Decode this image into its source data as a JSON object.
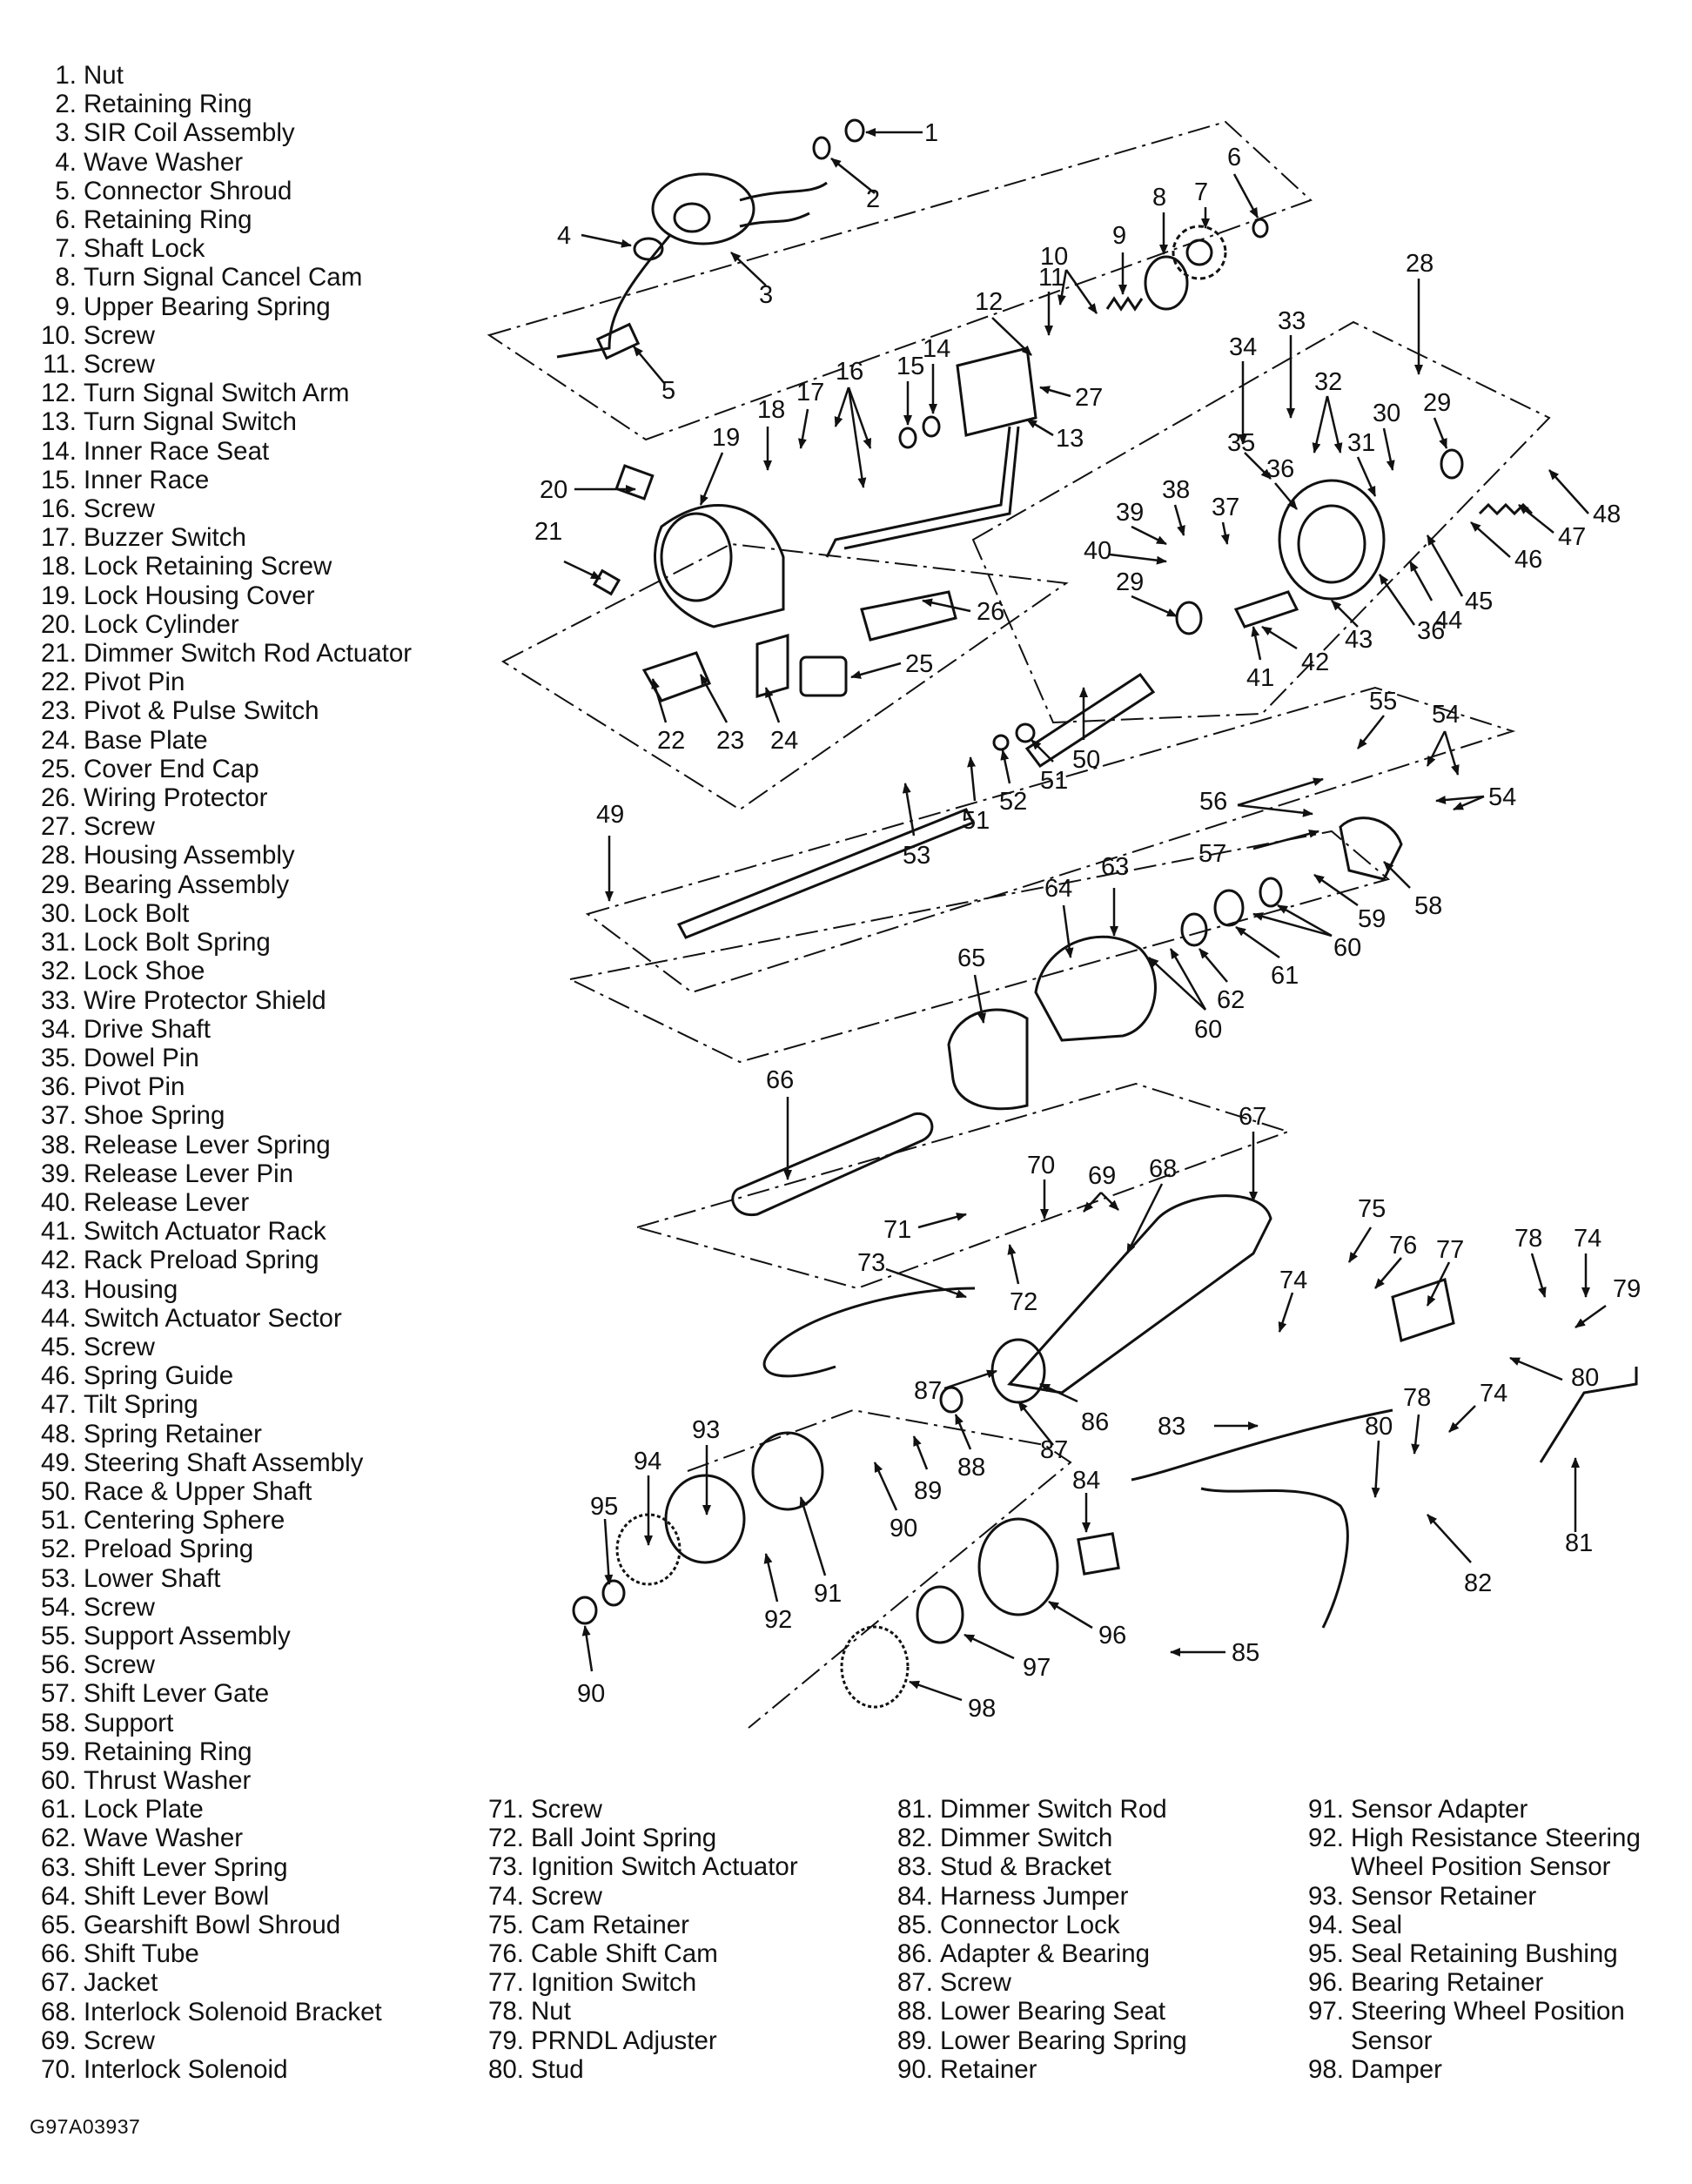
{
  "legend": {
    "col1": [
      {
        "num": "1.",
        "label": "Nut"
      },
      {
        "num": "2.",
        "label": "Retaining Ring"
      },
      {
        "num": "3.",
        "label": "SIR Coil Assembly"
      },
      {
        "num": "4.",
        "label": "Wave Washer"
      },
      {
        "num": "5.",
        "label": "Connector Shroud"
      },
      {
        "num": "6.",
        "label": "Retaining Ring"
      },
      {
        "num": "7.",
        "label": "Shaft Lock"
      },
      {
        "num": "8.",
        "label": "Turn Signal Cancel Cam"
      },
      {
        "num": "9.",
        "label": "Upper Bearing Spring"
      },
      {
        "num": "10.",
        "label": "Screw"
      },
      {
        "num": "11.",
        "label": "Screw"
      },
      {
        "num": "12.",
        "label": "Turn Signal Switch Arm"
      },
      {
        "num": "13.",
        "label": "Turn Signal Switch"
      },
      {
        "num": "14.",
        "label": "Inner Race Seat"
      },
      {
        "num": "15.",
        "label": "Inner Race"
      },
      {
        "num": "16.",
        "label": "Screw"
      },
      {
        "num": "17.",
        "label": "Buzzer Switch"
      },
      {
        "num": "18.",
        "label": "Lock Retaining Screw"
      },
      {
        "num": "19.",
        "label": "Lock Housing Cover"
      },
      {
        "num": "20.",
        "label": "Lock Cylinder"
      },
      {
        "num": "21.",
        "label": "Dimmer Switch Rod Actuator"
      },
      {
        "num": "22.",
        "label": "Pivot Pin"
      },
      {
        "num": "23.",
        "label": "Pivot & Pulse Switch"
      },
      {
        "num": "24.",
        "label": "Base Plate"
      },
      {
        "num": "25.",
        "label": "Cover End Cap"
      },
      {
        "num": "26.",
        "label": "Wiring Protector"
      },
      {
        "num": "27.",
        "label": "Screw"
      },
      {
        "num": "28.",
        "label": "Housing Assembly"
      },
      {
        "num": "29.",
        "label": "Bearing Assembly"
      },
      {
        "num": "30.",
        "label": "Lock Bolt"
      },
      {
        "num": "31.",
        "label": "Lock Bolt Spring"
      },
      {
        "num": "32.",
        "label": "Lock Shoe"
      },
      {
        "num": "33.",
        "label": "Wire Protector Shield"
      },
      {
        "num": "34.",
        "label": "Drive Shaft"
      },
      {
        "num": "35.",
        "label": "Dowel Pin"
      },
      {
        "num": "36.",
        "label": "Pivot Pin"
      },
      {
        "num": "37.",
        "label": "Shoe Spring"
      },
      {
        "num": "38.",
        "label": "Release Lever Spring"
      },
      {
        "num": "39.",
        "label": "Release Lever Pin"
      },
      {
        "num": "40.",
        "label": "Release Lever"
      },
      {
        "num": "41.",
        "label": "Switch Actuator Rack"
      },
      {
        "num": "42.",
        "label": "Rack Preload Spring"
      },
      {
        "num": "43.",
        "label": "Housing"
      },
      {
        "num": "44.",
        "label": "Switch Actuator Sector"
      },
      {
        "num": "45.",
        "label": "Screw"
      },
      {
        "num": "46.",
        "label": "Spring Guide"
      },
      {
        "num": "47.",
        "label": "Tilt Spring"
      },
      {
        "num": "48.",
        "label": "Spring Retainer"
      },
      {
        "num": "49.",
        "label": "Steering Shaft Assembly"
      },
      {
        "num": "50.",
        "label": "Race & Upper Shaft"
      },
      {
        "num": "51.",
        "label": "Centering Sphere"
      },
      {
        "num": "52.",
        "label": "Preload Spring"
      },
      {
        "num": "53.",
        "label": "Lower Shaft"
      },
      {
        "num": "54.",
        "label": "Screw"
      },
      {
        "num": "55.",
        "label": "Support Assembly"
      },
      {
        "num": "56.",
        "label": "Screw"
      },
      {
        "num": "57.",
        "label": "Shift Lever Gate"
      },
      {
        "num": "58.",
        "label": "Support"
      },
      {
        "num": "59.",
        "label": "Retaining Ring"
      },
      {
        "num": "60.",
        "label": "Thrust Washer"
      },
      {
        "num": "61.",
        "label": "Lock Plate"
      },
      {
        "num": "62.",
        "label": "Wave Washer"
      },
      {
        "num": "63.",
        "label": "Shift Lever Spring"
      },
      {
        "num": "64.",
        "label": "Shift Lever Bowl"
      },
      {
        "num": "65.",
        "label": "Gearshift Bowl Shroud"
      },
      {
        "num": "66.",
        "label": "Shift Tube"
      },
      {
        "num": "67.",
        "label": "Jacket"
      },
      {
        "num": "68.",
        "label": "Interlock Solenoid Bracket"
      },
      {
        "num": "69.",
        "label": "Screw"
      },
      {
        "num": "70.",
        "label": "Interlock Solenoid"
      }
    ],
    "col2": [
      {
        "num": "71.",
        "label": "Screw"
      },
      {
        "num": "72.",
        "label": "Ball Joint Spring"
      },
      {
        "num": "73.",
        "label": "Ignition Switch Actuator"
      },
      {
        "num": "74.",
        "label": "Screw"
      },
      {
        "num": "75.",
        "label": "Cam Retainer"
      },
      {
        "num": "76.",
        "label": "Cable Shift Cam"
      },
      {
        "num": "77.",
        "label": "Ignition Switch"
      },
      {
        "num": "78.",
        "label": "Nut"
      },
      {
        "num": "79.",
        "label": "PRNDL Adjuster"
      },
      {
        "num": "80.",
        "label": "Stud"
      }
    ],
    "col3": [
      {
        "num": "81.",
        "label": "Dimmer Switch Rod"
      },
      {
        "num": "82.",
        "label": "Dimmer Switch"
      },
      {
        "num": "83.",
        "label": "Stud & Bracket"
      },
      {
        "num": "84.",
        "label": "Harness Jumper"
      },
      {
        "num": "85.",
        "label": "Connector Lock"
      },
      {
        "num": "86.",
        "label": "Adapter & Bearing"
      },
      {
        "num": "87.",
        "label": "Screw"
      },
      {
        "num": "88.",
        "label": "Lower Bearing Seat"
      },
      {
        "num": "89.",
        "label": "Lower Bearing Spring"
      },
      {
        "num": "90.",
        "label": "Retainer"
      }
    ],
    "col4": [
      {
        "num": "91.",
        "label": "Sensor Adapter"
      },
      {
        "num": "92.",
        "label": "High Resistance Steering\nWheel Position Sensor"
      },
      {
        "num": "93.",
        "label": "Sensor Retainer"
      },
      {
        "num": "94.",
        "label": "Seal"
      },
      {
        "num": "95.",
        "label": "Seal Retaining Bushing"
      },
      {
        "num": "96.",
        "label": "Bearing Retainer"
      },
      {
        "num": "97.",
        "label": "Steering Wheel Position\nSensor"
      },
      {
        "num": "98.",
        "label": "Damper"
      }
    ]
  },
  "callouts": [
    {
      "text": "1"
    },
    {
      "text": "2"
    },
    {
      "text": "3"
    },
    {
      "text": "4"
    },
    {
      "text": "5"
    },
    {
      "text": "6"
    },
    {
      "text": "7"
    },
    {
      "text": "8"
    },
    {
      "text": "9"
    },
    {
      "text": "10"
    },
    {
      "text": "11"
    },
    {
      "text": "12"
    },
    {
      "text": "27"
    },
    {
      "text": "13"
    },
    {
      "text": "14"
    },
    {
      "text": "15"
    },
    {
      "text": "16"
    },
    {
      "text": "17"
    },
    {
      "text": "18"
    },
    {
      "text": "19"
    },
    {
      "text": "20"
    },
    {
      "text": "21"
    },
    {
      "text": "26"
    },
    {
      "text": "25"
    },
    {
      "text": "22"
    },
    {
      "text": "23"
    },
    {
      "text": "24"
    },
    {
      "text": "28"
    },
    {
      "text": "33"
    },
    {
      "text": "34"
    },
    {
      "text": "32"
    },
    {
      "text": "30"
    },
    {
      "text": "29"
    },
    {
      "text": "35"
    },
    {
      "text": "31"
    },
    {
      "text": "36"
    },
    {
      "text": "38"
    },
    {
      "text": "37"
    },
    {
      "text": "39"
    },
    {
      "text": "40"
    },
    {
      "text": "29"
    },
    {
      "text": "48"
    },
    {
      "text": "47"
    },
    {
      "text": "46"
    },
    {
      "text": "45"
    },
    {
      "text": "44"
    },
    {
      "text": "36"
    },
    {
      "text": "43"
    },
    {
      "text": "42"
    },
    {
      "text": "41"
    },
    {
      "text": "50"
    },
    {
      "text": "51"
    },
    {
      "text": "52"
    },
    {
      "text": "51"
    },
    {
      "text": "53"
    },
    {
      "text": "49"
    },
    {
      "text": "55"
    },
    {
      "text": "54"
    },
    {
      "text": "56"
    },
    {
      "text": "54"
    },
    {
      "text": "57"
    },
    {
      "text": "58"
    },
    {
      "text": "59"
    },
    {
      "text": "60"
    },
    {
      "text": "61"
    },
    {
      "text": "62"
    },
    {
      "text": "60"
    },
    {
      "text": "63"
    },
    {
      "text": "64"
    },
    {
      "text": "65"
    },
    {
      "text": "66"
    },
    {
      "text": "70"
    },
    {
      "text": "69"
    },
    {
      "text": "68"
    },
    {
      "text": "67"
    },
    {
      "text": "71"
    },
    {
      "text": "73"
    },
    {
      "text": "72"
    },
    {
      "text": "75"
    },
    {
      "text": "76"
    },
    {
      "text": "77"
    },
    {
      "text": "78"
    },
    {
      "text": "74"
    },
    {
      "text": "79"
    },
    {
      "text": "74"
    },
    {
      "text": "80"
    },
    {
      "text": "83"
    },
    {
      "text": "87"
    },
    {
      "text": "86"
    },
    {
      "text": "87"
    },
    {
      "text": "88"
    },
    {
      "text": "89"
    },
    {
      "text": "90"
    },
    {
      "text": "78"
    },
    {
      "text": "80"
    },
    {
      "text": "74"
    },
    {
      "text": "81"
    },
    {
      "text": "82"
    },
    {
      "text": "84"
    },
    {
      "text": "93"
    },
    {
      "text": "94"
    },
    {
      "text": "95"
    },
    {
      "text": "91"
    },
    {
      "text": "92"
    },
    {
      "text": "90"
    },
    {
      "text": "96"
    },
    {
      "text": "97"
    },
    {
      "text": "98"
    },
    {
      "text": "85"
    }
  ],
  "figure_code": "G97A03937"
}
